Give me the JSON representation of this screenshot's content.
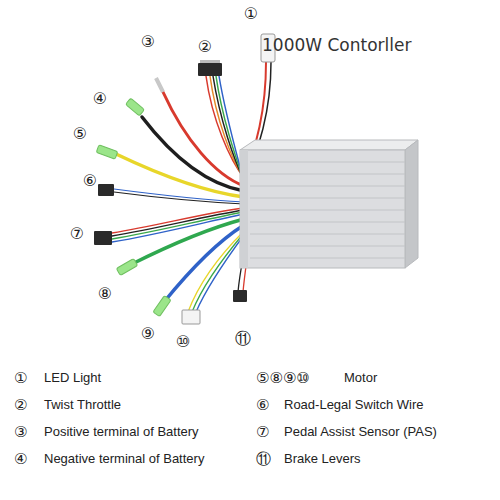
{
  "diagram": {
    "title": "1000W Contorller",
    "labels": [
      "①",
      "②",
      "③",
      "④",
      "⑤",
      "⑥",
      "⑦",
      "⑧",
      "⑨",
      "⑩",
      "⑪",
      "①",
      "LED Light",
      "②",
      "Twist Throttle",
      "③",
      "Positive terminal of Battery",
      "④",
      "Negative terminal of Battery",
      "⑤⑧⑨⑩",
      "Motor",
      "⑥",
      "Road-Legal Switch Wire",
      "⑦",
      "Pedal Assist Sensor (PAS)",
      "⑪",
      "Brake Levers"
    ]
  }
}
